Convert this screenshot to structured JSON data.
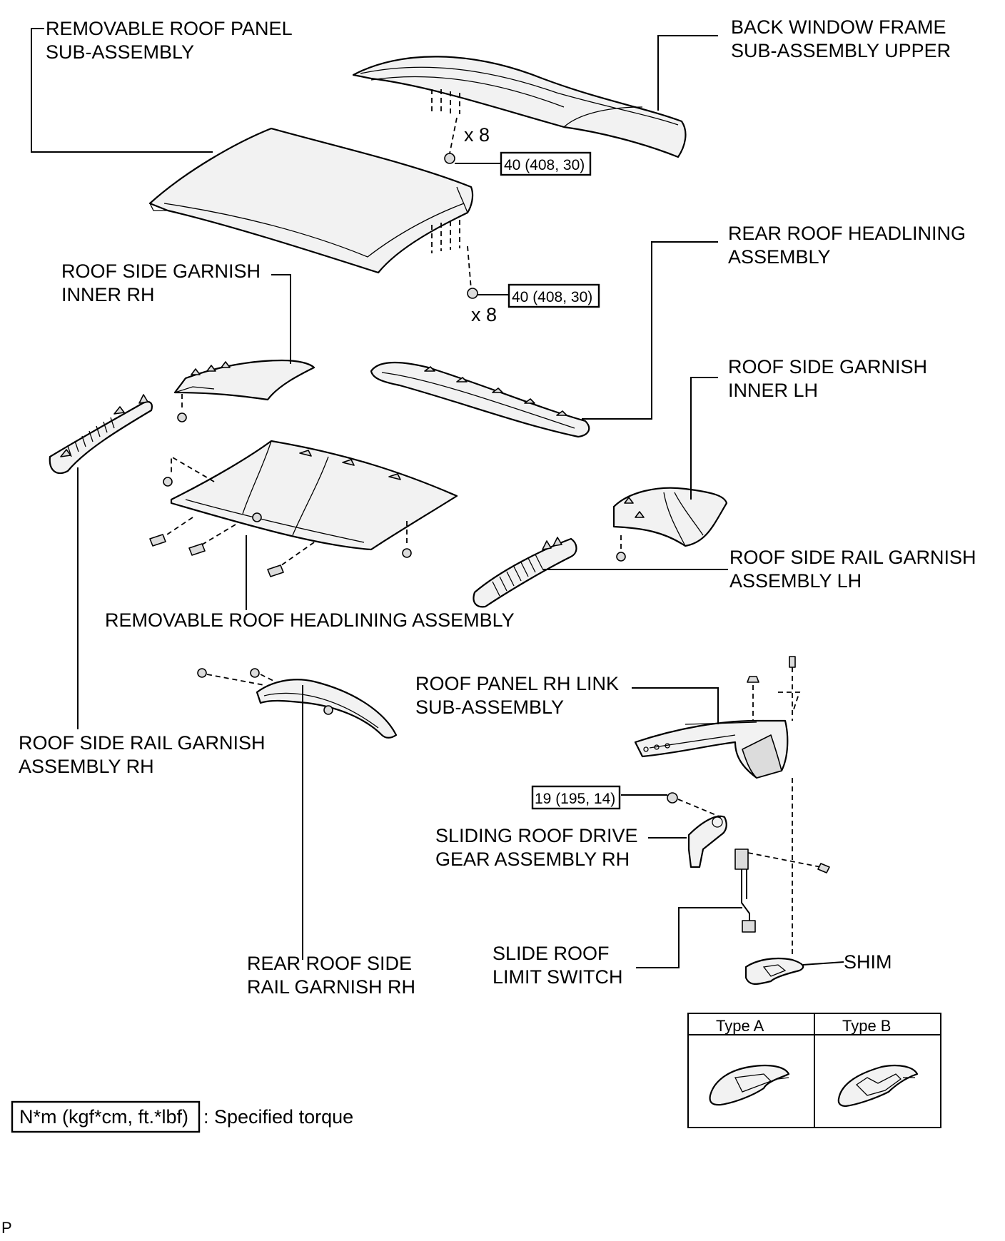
{
  "labels": {
    "removable_roof_panel": [
      "REMOVABLE ROOF PANEL",
      "SUB-ASSEMBLY"
    ],
    "back_window_frame": [
      "BACK WINDOW FRAME",
      "SUB-ASSEMBLY UPPER"
    ],
    "roof_side_garnish_inner_rh": [
      "ROOF SIDE GARNISH",
      "INNER RH"
    ],
    "rear_roof_headlining": [
      "REAR ROOF HEADLINING",
      "ASSEMBLY"
    ],
    "roof_side_garnish_inner_lh": [
      "ROOF SIDE GARNISH",
      "INNER LH"
    ],
    "roof_side_rail_garnish_lh": [
      "ROOF SIDE RAIL GARNISH",
      "ASSEMBLY LH"
    ],
    "removable_roof_headlining": "REMOVABLE ROOF HEADLINING ASSEMBLY",
    "roof_panel_rh_link": [
      "ROOF PANEL RH LINK",
      "SUB-ASSEMBLY"
    ],
    "roof_side_rail_garnish_rh": [
      "ROOF SIDE RAIL GARNISH",
      "ASSEMBLY RH"
    ],
    "sliding_roof_drive_gear": [
      "SLIDING ROOF DRIVE",
      "GEAR ASSEMBLY RH"
    ],
    "rear_roof_side_rail_garnish": [
      "REAR ROOF SIDE",
      "RAIL GARNISH RH"
    ],
    "slide_roof_limit_switch": [
      "SLIDE ROOF",
      "LIMIT SWITCH"
    ],
    "shim": "SHIM"
  },
  "quantities": {
    "upper_bolts": "x 8",
    "lower_bolts": "x 8"
  },
  "torques": {
    "back_window_frame": "40 (408, 30)",
    "roof_panel": "40 (408, 30)",
    "drive_gear": "19 (195, 14)"
  },
  "legend": {
    "unit_box": "N*m (kgf*cm, ft.*lbf)",
    "unit_text": ": Specified torque"
  },
  "shim_types": {
    "type_a": "Type A",
    "type_b": "Type B"
  },
  "corner_mark": "P"
}
